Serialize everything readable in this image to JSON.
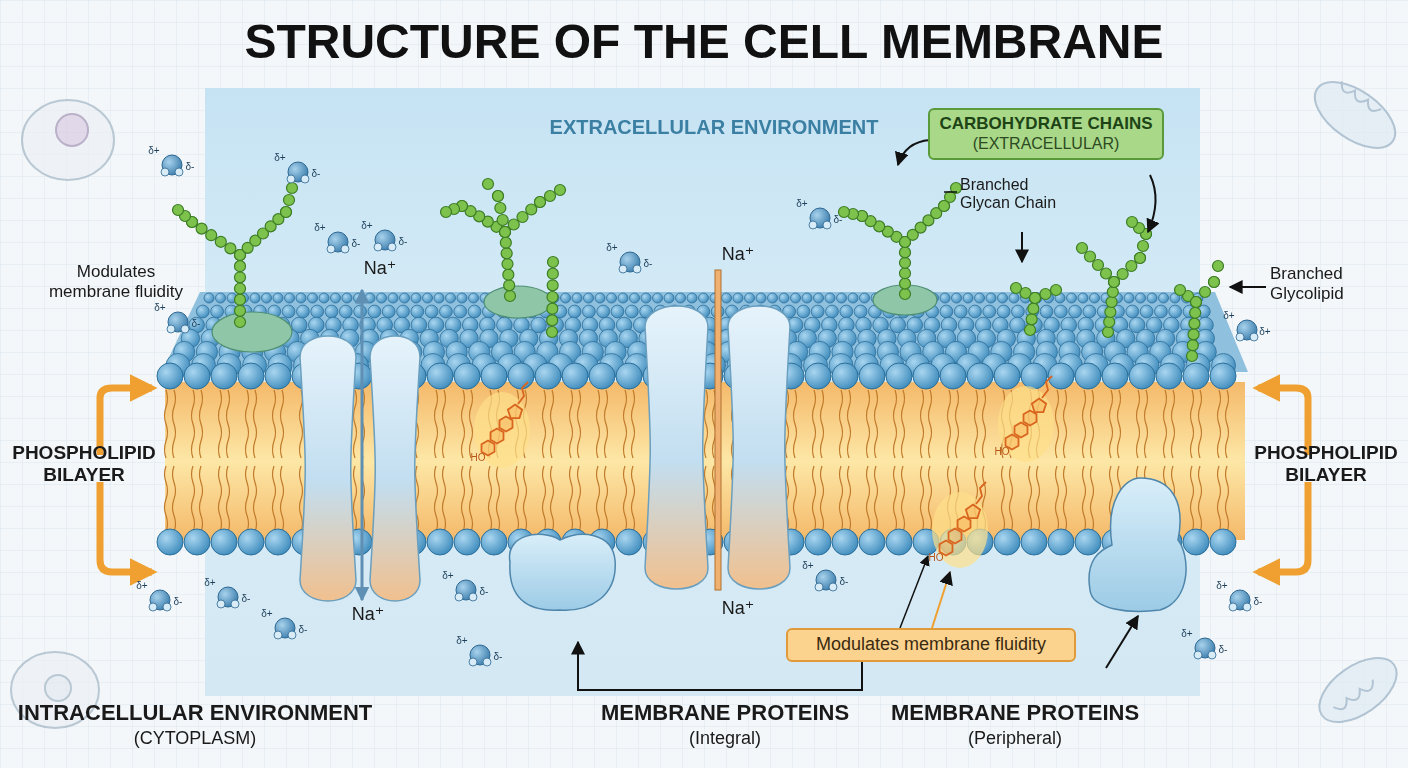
{
  "diagram": {
    "title": "STRUCTURE OF THE CELL MEMBRANE",
    "nodes": [
      {
        "text": [
          "CARBOHYDRATE CHAINS",
          "(EXTRACELLULAR)"
        ]
      },
      {
        "text": [
          "Modulates membrane fluidity"
        ]
      }
    ],
    "labels": [
      "EXTRACELLULAR ENVIRONMENT",
      "Branched Glycan Chain",
      "Modulates membrane fluidity",
      "Branched Glycolipid",
      "Na⁺",
      "Na⁺",
      "PHOSPHOLIPID BILAYER",
      "PHOSPHOLIPID BILAYER",
      "HO",
      "HO",
      "HO",
      "Na⁺",
      "Na⁺",
      "INTRACELLULAR ENVIRONMENT",
      "(CYTOPLASM)",
      "MEMBRANE PROTEINS",
      "(Integral)",
      "MEMBRANE PROTEINS",
      "(Peripheral)",
      "δ+",
      "δ-",
      "δ+",
      "δ-",
      "δ+",
      "δ-",
      "δ+",
      "δ-",
      "δ+",
      "δ-",
      "δ+",
      "δ-",
      "δ+",
      "δ+",
      "δ+",
      "δ-",
      "δ+",
      "δ-",
      "δ+",
      "δ-",
      "δ+",
      "δ-",
      "δ+",
      "δ-",
      "δ+",
      "δ-",
      "δ+",
      "δ-",
      "δ+",
      "δ-",
      "δ+",
      "δ-"
    ]
  }
}
